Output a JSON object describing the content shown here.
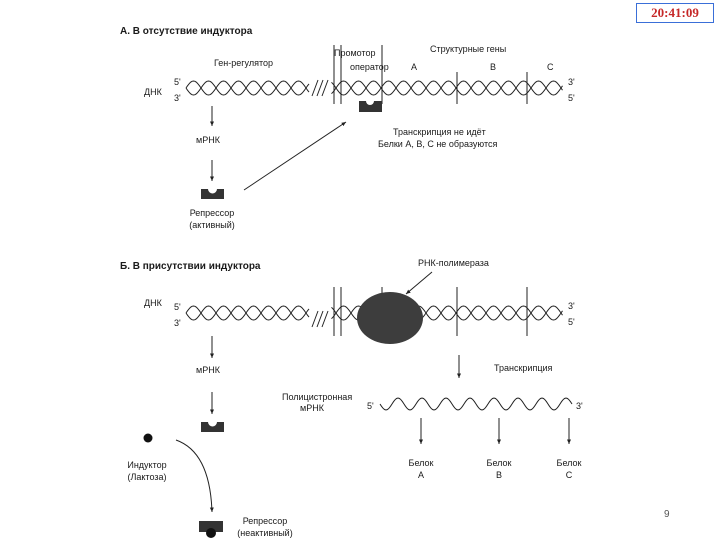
{
  "clock": "20:41:09",
  "page_number": "9",
  "section_a": {
    "heading": "А. В отсутствие индуктора",
    "regulator_gene": "Ген-регулятор",
    "promoter": "Промотор",
    "operator": "оператор",
    "structural_genes": "Структурные гены",
    "gene_a": "A",
    "gene_b": "B",
    "gene_c": "C",
    "dna": "ДНК",
    "five_prime_left": "5'",
    "three_prime_left": "3'",
    "three_prime_right": "3'",
    "five_prime_right": "5'",
    "mrna": "мРНК",
    "repressor": "Репрессор",
    "repressor_state": "(активный)",
    "no_transcription": "Транскрипция не идёт",
    "no_proteins": "Белки A, B, C не образуются"
  },
  "section_b": {
    "heading": "Б. В присутствии индуктора",
    "rna_polymerase": "РНК-полимераза",
    "dna": "ДНК",
    "five_prime_left": "5'",
    "three_prime_left": "3'",
    "three_prime_right": "3'",
    "five_prime_right": "5'",
    "mrna": "мРНК",
    "transcription": "Транскрипция",
    "polycistronic": "Полицистронная",
    "polycistronic_mrna": "мРНК",
    "mrna_five": "5'",
    "mrna_three": "3'",
    "inducer": "Индуктор",
    "inducer_detail": "(Лактоза)",
    "repressor": "Репрессор",
    "repressor_state": "(неактивный)",
    "protein_label": "Белок",
    "protein_a": "A",
    "protein_b": "B",
    "protein_c": "C"
  }
}
